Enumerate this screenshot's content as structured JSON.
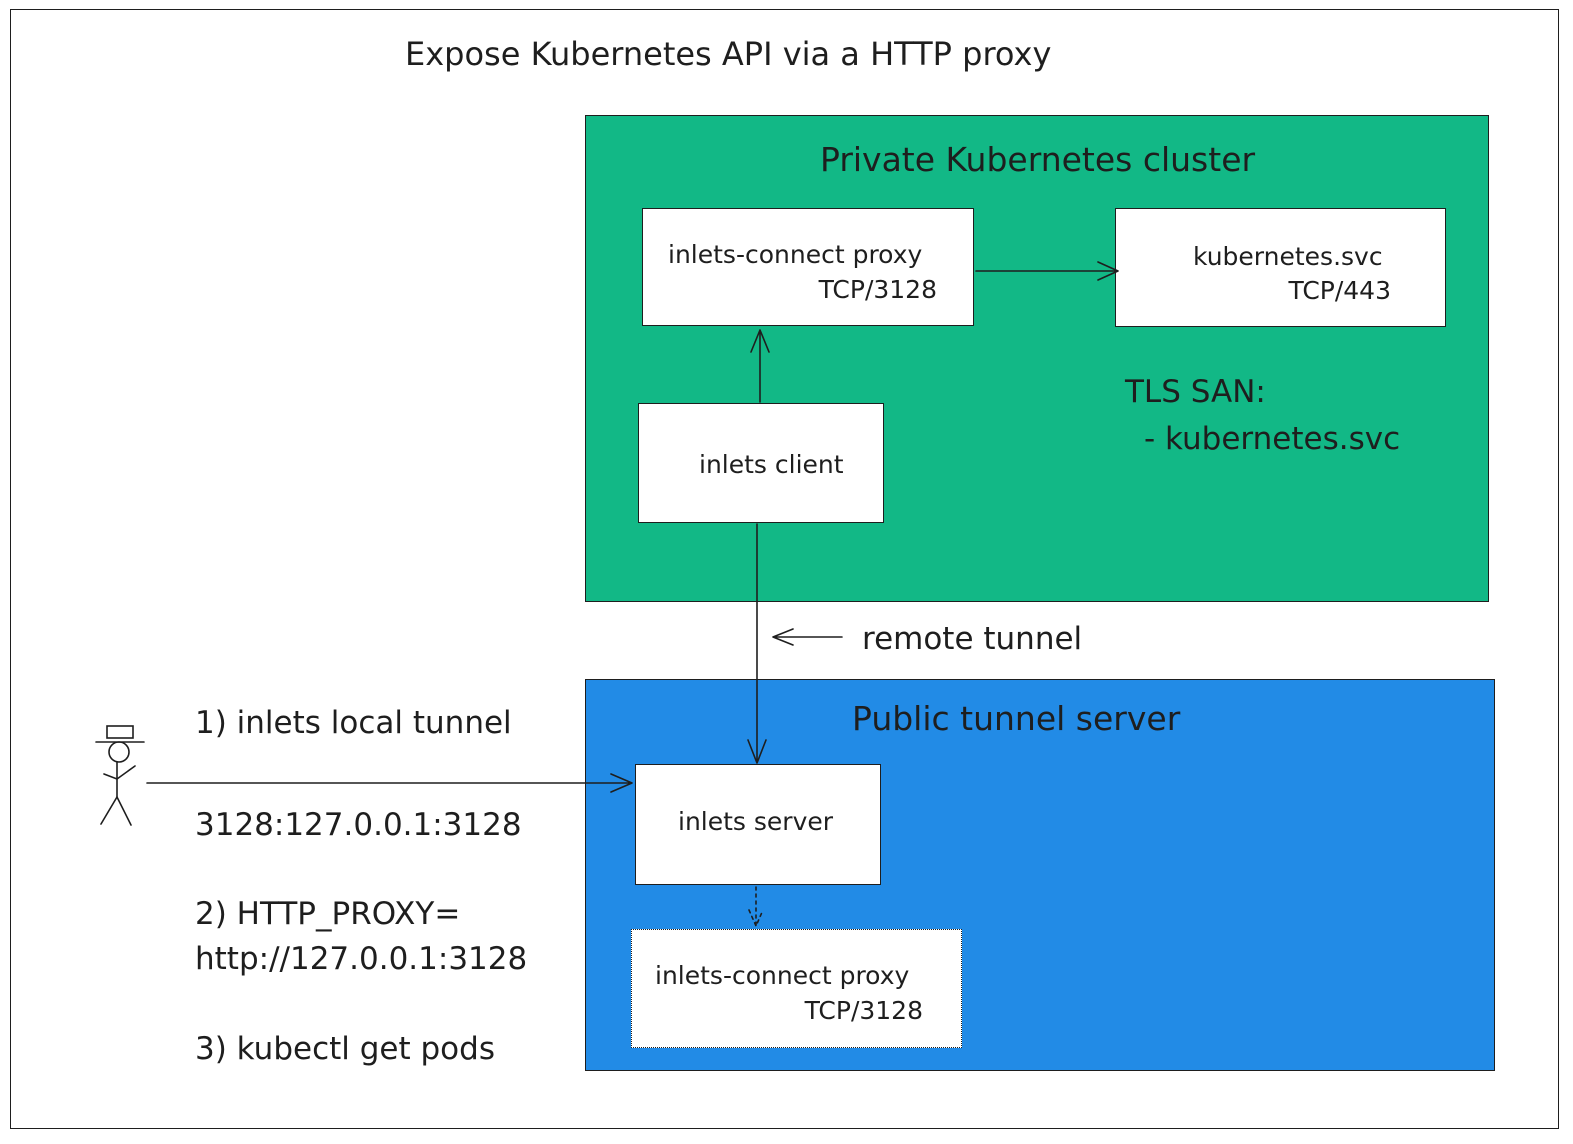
{
  "title": "Expose Kubernetes API via a HTTP proxy",
  "private_cluster": {
    "label": "Private Kubernetes cluster",
    "connect_proxy": {
      "name": "inlets-connect proxy",
      "port": "TCP/3128"
    },
    "kubernetes_svc": {
      "name": "kubernetes.svc",
      "port": "TCP/443"
    },
    "inlets_client": {
      "name": "inlets client"
    },
    "tls_san": {
      "heading": "TLS SAN:",
      "entry": "- kubernetes.svc"
    }
  },
  "remote_tunnel_label": "remote tunnel",
  "public_server": {
    "label": "Public tunnel server",
    "inlets_server": {
      "name": "inlets server"
    },
    "connect_proxy": {
      "name": "inlets-connect proxy",
      "port": "TCP/3128"
    }
  },
  "steps": {
    "step1": "1) inlets local tunnel",
    "step1_mapping": "3128:127.0.0.1:3128",
    "step2_line1": "2) HTTP_PROXY=",
    "step2_line2": "http://127.0.0.1:3128",
    "step3": "3) kubectl get pods"
  },
  "colors": {
    "private_cluster_fill": "#12b886",
    "public_server_fill": "#228be6",
    "stroke": "#1e1e1e"
  },
  "icons": {
    "user": "stick-figure-with-hat-icon"
  }
}
